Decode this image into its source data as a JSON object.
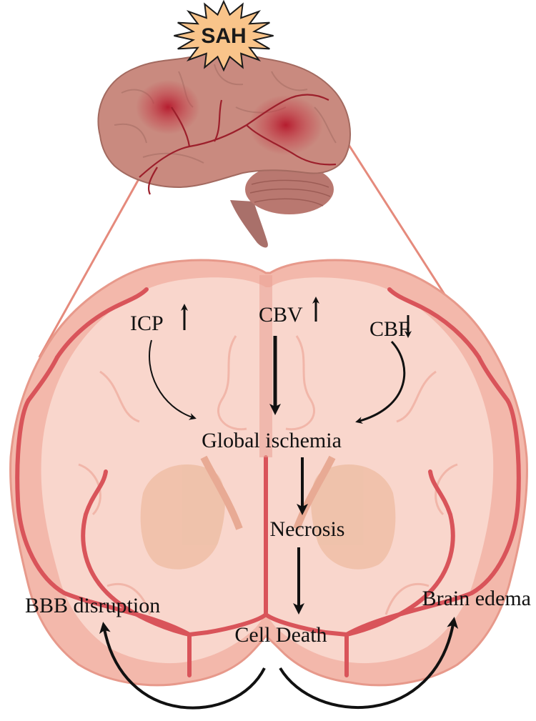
{
  "badge": {
    "text": "SAH"
  },
  "labels": {
    "icp": "ICP",
    "cbv": "CBV",
    "cbf": "CBF",
    "global_ischemia": "Global ischemia",
    "necrosis": "Necrosis",
    "bbb_disruption": "BBB disruption",
    "cell_death": "Cell Death",
    "brain_edema": "Brain edema"
  },
  "colors": {
    "badge_fill": "#f9c48a",
    "brain_outer": "#f3b8ab",
    "brain_inner": "#f9d6cc",
    "vessel": "#d9545a",
    "zoom_lines": "#e58a7c",
    "arrow": "#111111"
  }
}
